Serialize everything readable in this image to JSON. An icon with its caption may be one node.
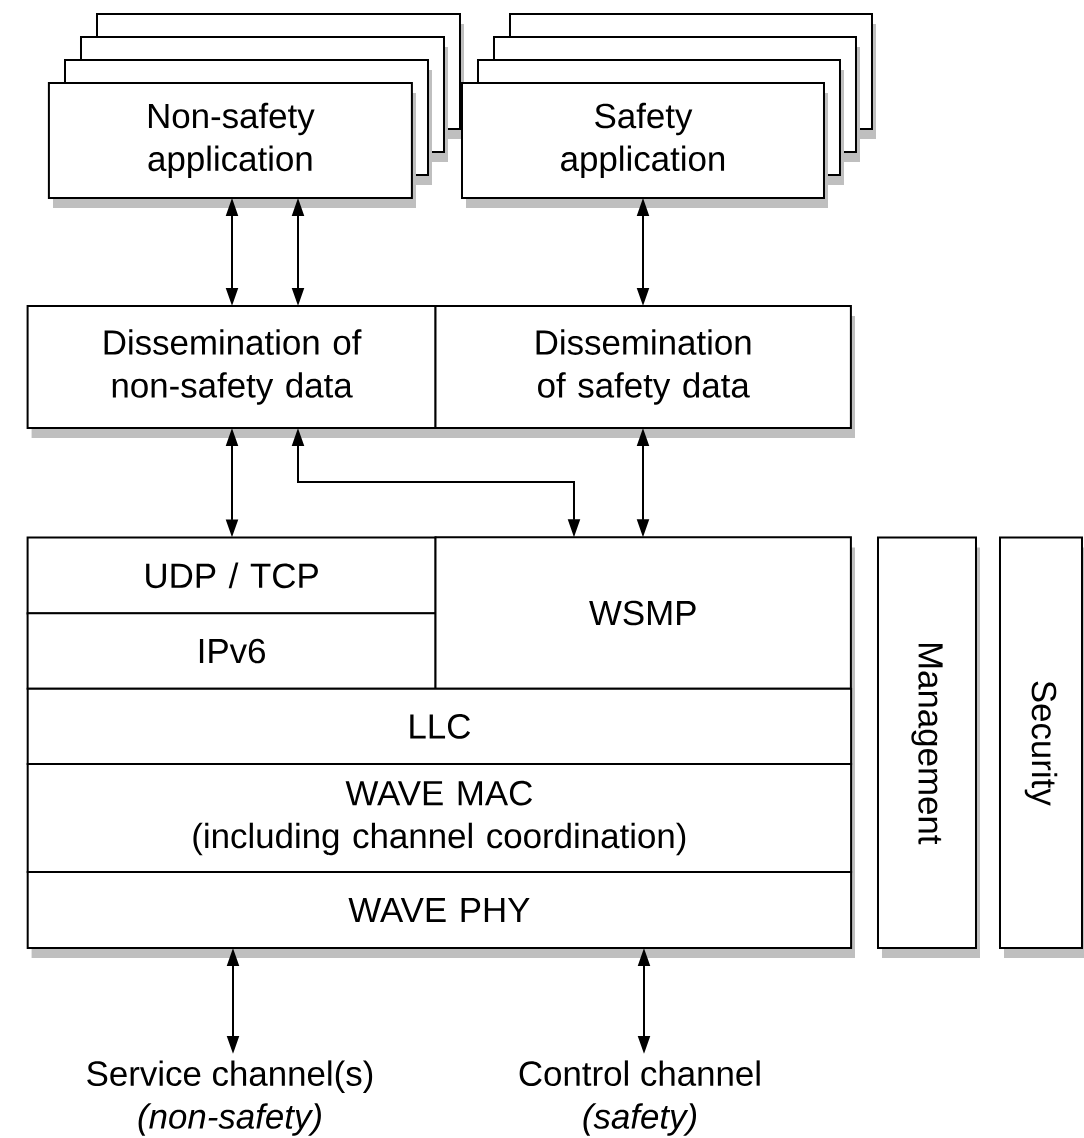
{
  "diagram": {
    "nodes": [
      {
        "text": [
          "Non-safety application"
        ]
      },
      {
        "text": [
          "Safety application"
        ]
      },
      {
        "text": [
          "Dissemination of non-safety data"
        ]
      },
      {
        "text": [
          "Dissemination of safety data"
        ]
      },
      {
        "text": [
          "UDP / TCP"
        ]
      },
      {
        "text": [
          "IPv6"
        ]
      },
      {
        "text": [
          "WSMP"
        ]
      },
      {
        "text": [
          "LLC"
        ]
      },
      {
        "text": [
          "WAVE MAC",
          "(including channel coordination)"
        ]
      },
      {
        "text": [
          "WAVE PHY"
        ]
      },
      {
        "text": [
          "Management"
        ]
      },
      {
        "text": [
          "Security"
        ]
      },
      {
        "text": [
          "Service channel(s)",
          "(non-safety)"
        ]
      },
      {
        "text": [
          "Control channel",
          "(safety)"
        ]
      }
    ],
    "edges": [
      {
        "from": 0,
        "to": 2,
        "arrow": "both"
      },
      {
        "from": 0,
        "to": 2,
        "arrow": "both"
      },
      {
        "from": 1,
        "to": 3,
        "arrow": "both"
      },
      {
        "from": 2,
        "to": 4,
        "arrow": "both"
      },
      {
        "from": 2,
        "to": 6,
        "arrow": "both"
      },
      {
        "from": 3,
        "to": 6,
        "arrow": "both"
      },
      {
        "from": 9,
        "to": 12,
        "arrow": "both"
      },
      {
        "from": 9,
        "to": 13,
        "arrow": "both"
      }
    ]
  }
}
